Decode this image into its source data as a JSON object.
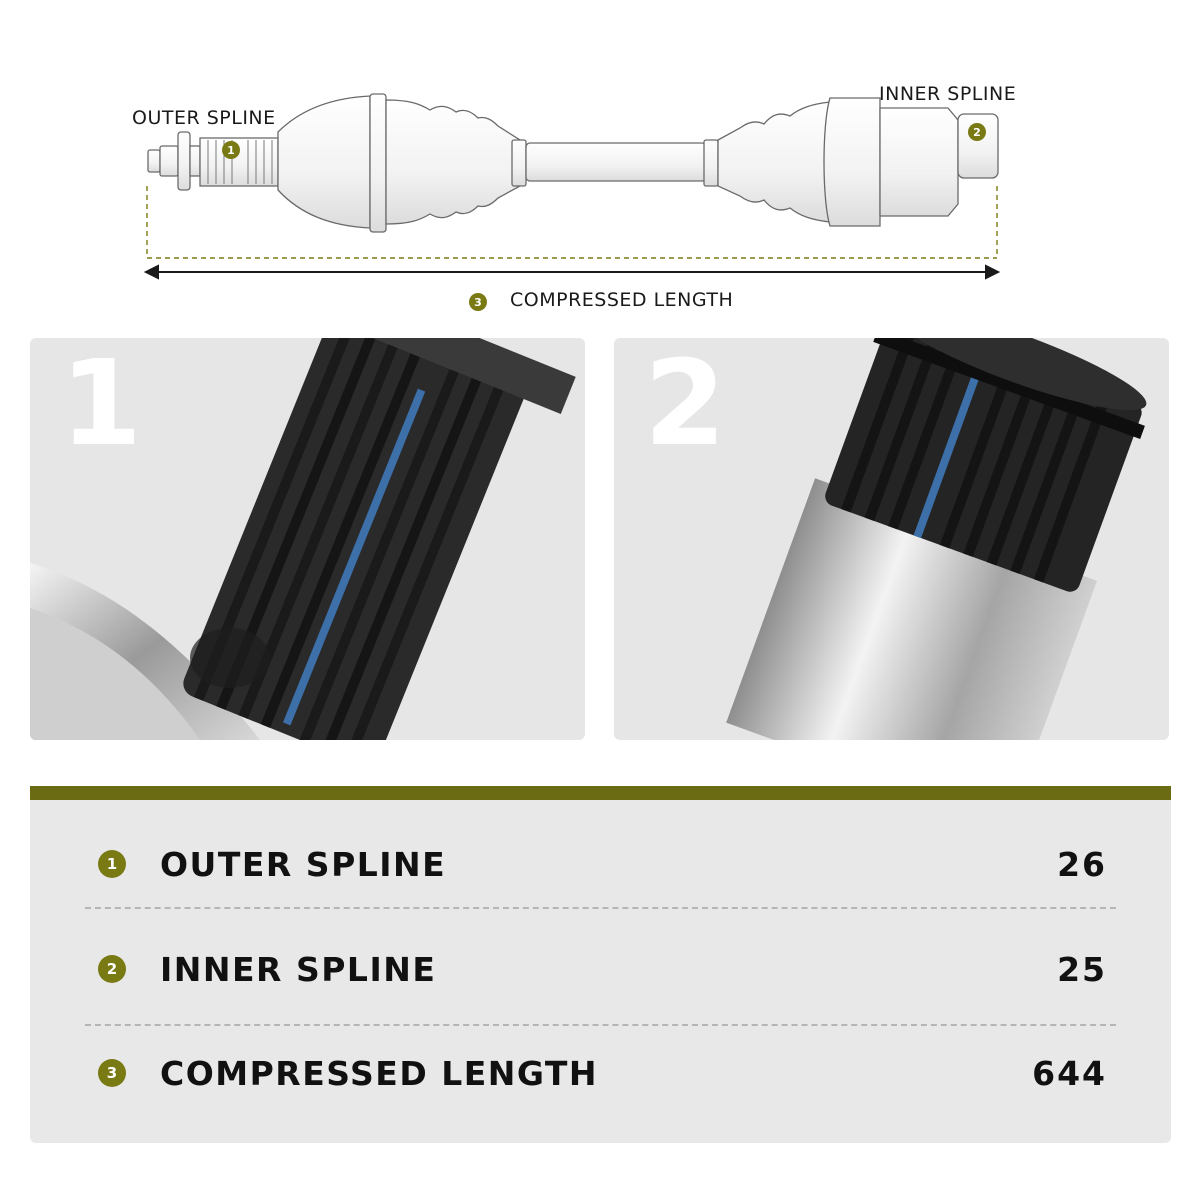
{
  "diagram": {
    "outer_label": "OUTER SPLINE",
    "inner_label": "INNER SPLINE",
    "length_label": "COMPRESSED LENGTH",
    "badges": [
      "1",
      "2",
      "3"
    ]
  },
  "panels": [
    {
      "number": "1"
    },
    {
      "number": "2"
    }
  ],
  "specs": [
    {
      "badge": "1",
      "label": "OUTER SPLINE",
      "value": "26"
    },
    {
      "badge": "2",
      "label": "INNER SPLINE",
      "value": "25"
    },
    {
      "badge": "3",
      "label": "COMPRESSED LENGTH",
      "value": "644"
    }
  ],
  "colors": {
    "accent": "#6b6b14",
    "badge": "#7a7a14",
    "spline_stripe": "#3d6fa8",
    "panel_bg": "#e6e6e6",
    "table_bg": "#e8e8e8"
  }
}
